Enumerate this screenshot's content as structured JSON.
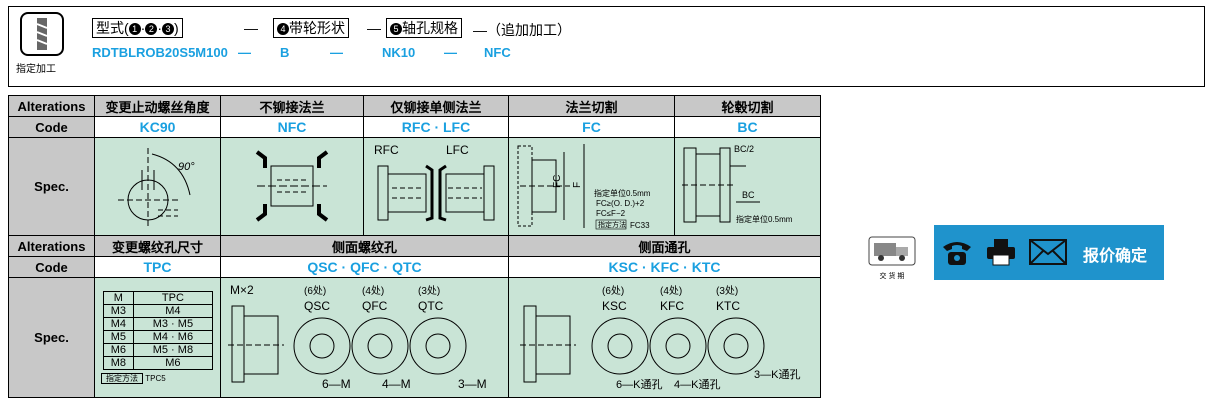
{
  "top": {
    "icon_caption": "指定加工",
    "box1": {
      "prefix": "型式(",
      "n1": "1",
      "dot": "·",
      "n2": "2",
      "n3": "3",
      "suffix": ")"
    },
    "dash": "—",
    "box2": {
      "n": "4",
      "text": "带轮形状"
    },
    "box3": {
      "n": "5",
      "text": "轴孔规格"
    },
    "extra": "—（追加加工）",
    "values": {
      "model": "RDTBLROB20S5M100",
      "shape": "B",
      "bore": "NK10",
      "add": "NFC"
    }
  },
  "table": {
    "row1": {
      "label": "Alterations",
      "cols": [
        "变更止动螺丝角度",
        "不铆接法兰",
        "仅铆接单侧法兰",
        "法兰切割",
        "轮毂切割"
      ]
    },
    "code1": {
      "label": "Code",
      "cols": [
        "KC90",
        "NFC",
        "RFC · LFC",
        "FC",
        "BC"
      ]
    },
    "spec_label": "Spec.",
    "spec1_texts": {
      "angle": "90°",
      "rfc": "RFC",
      "lfc": "LFC",
      "fc_unit": "指定单位0.5mm",
      "fc_cond1": "FC≥(O. D.)+2",
      "fc_cond2": "FC≤F−2",
      "fc_method": "指定方法",
      "fc_method_val": "FC33",
      "fc_label": "FC",
      "f_label": "F",
      "bc2": "BC/2",
      "bc": "BC",
      "bc_unit": "指定单位0.5mm"
    },
    "row2": {
      "label": "Alterations",
      "cols": [
        "变更螺纹孔尺寸",
        "侧面螺纹孔",
        "侧面通孔"
      ]
    },
    "code2": {
      "label": "Code",
      "cols": [
        "TPC",
        "QSC · QFC · QTC",
        "KSC · KFC · KTC"
      ]
    },
    "tpc_table": {
      "head": [
        "M",
        "TPC"
      ],
      "rows": [
        [
          "M3",
          "M4"
        ],
        [
          "M4",
          "M3 · M5"
        ],
        [
          "M5",
          "M4 · M6"
        ],
        [
          "M6",
          "M5 · M8"
        ],
        [
          "M8",
          "M6"
        ]
      ],
      "method": "指定方法",
      "method_val": "TPC5"
    },
    "q_texts": {
      "mx2": "M×2",
      "c6": "(6处)",
      "c4": "(4处)",
      "c3": "(3处)",
      "qsc": "QSC",
      "qfc": "QFC",
      "qtc": "QTC",
      "m6": "6—M",
      "m4": "4—M",
      "m3": "3—M"
    },
    "k_texts": {
      "c6": "(6处)",
      "c4": "(4处)",
      "c3": "(3处)",
      "ksc": "KSC",
      "kfc": "KFC",
      "ktc": "KTC",
      "k6": "6—K通孔",
      "k4": "4—K通孔",
      "k3": "3—K通孔"
    }
  },
  "side": {
    "truck_caption": "交 货 期",
    "confirm": "报价确定",
    "bar_color": "#1f93cc"
  }
}
